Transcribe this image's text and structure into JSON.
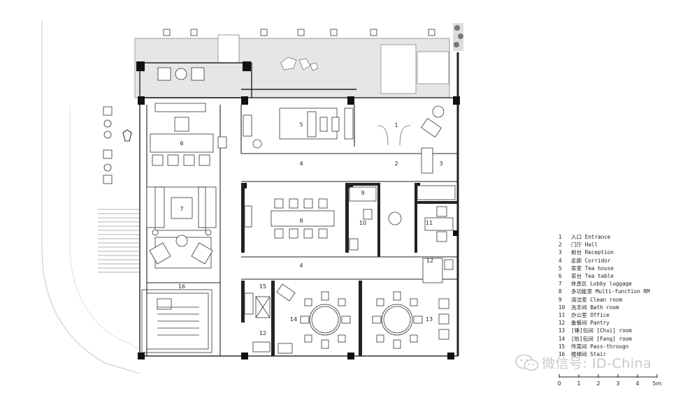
{
  "rooms": [
    {
      "n": "1",
      "label": "入口 Entrance"
    },
    {
      "n": "2",
      "label": "门厅 Hall"
    },
    {
      "n": "3",
      "label": "前台 Reception"
    },
    {
      "n": "4",
      "label": "走廊 Corridor"
    },
    {
      "n": "5",
      "label": "茶室 Tea house"
    },
    {
      "n": "6",
      "label": "茶台 Tea table"
    },
    {
      "n": "7",
      "label": "休息区 Lobby luggage"
    },
    {
      "n": "8",
      "label": "多功能室 Multi-function RM"
    },
    {
      "n": "9",
      "label": "清洁室 Clean room"
    },
    {
      "n": "10",
      "label": "洗手间 Bath room"
    },
    {
      "n": "11",
      "label": "办公室 Office"
    },
    {
      "n": "12",
      "label": "备餐间 Pantry"
    },
    {
      "n": "13",
      "label": "[锤]包间 [Chui] room"
    },
    {
      "n": "14",
      "label": "[昉]包间 [Fang] room"
    },
    {
      "n": "15",
      "label": "传菜间 Pass-througn"
    },
    {
      "n": "16",
      "label": "楼梯间 Stair"
    }
  ],
  "scale_bar": {
    "ticks": [
      "0",
      "1",
      "2",
      "3",
      "4",
      "5m"
    ]
  },
  "watermark": {
    "text": "微信号: ID-China"
  },
  "colors": {
    "wall": "#111111",
    "line": "#555555",
    "canopy": "#e4e4e4",
    "watermark": "#c9c9c9"
  }
}
